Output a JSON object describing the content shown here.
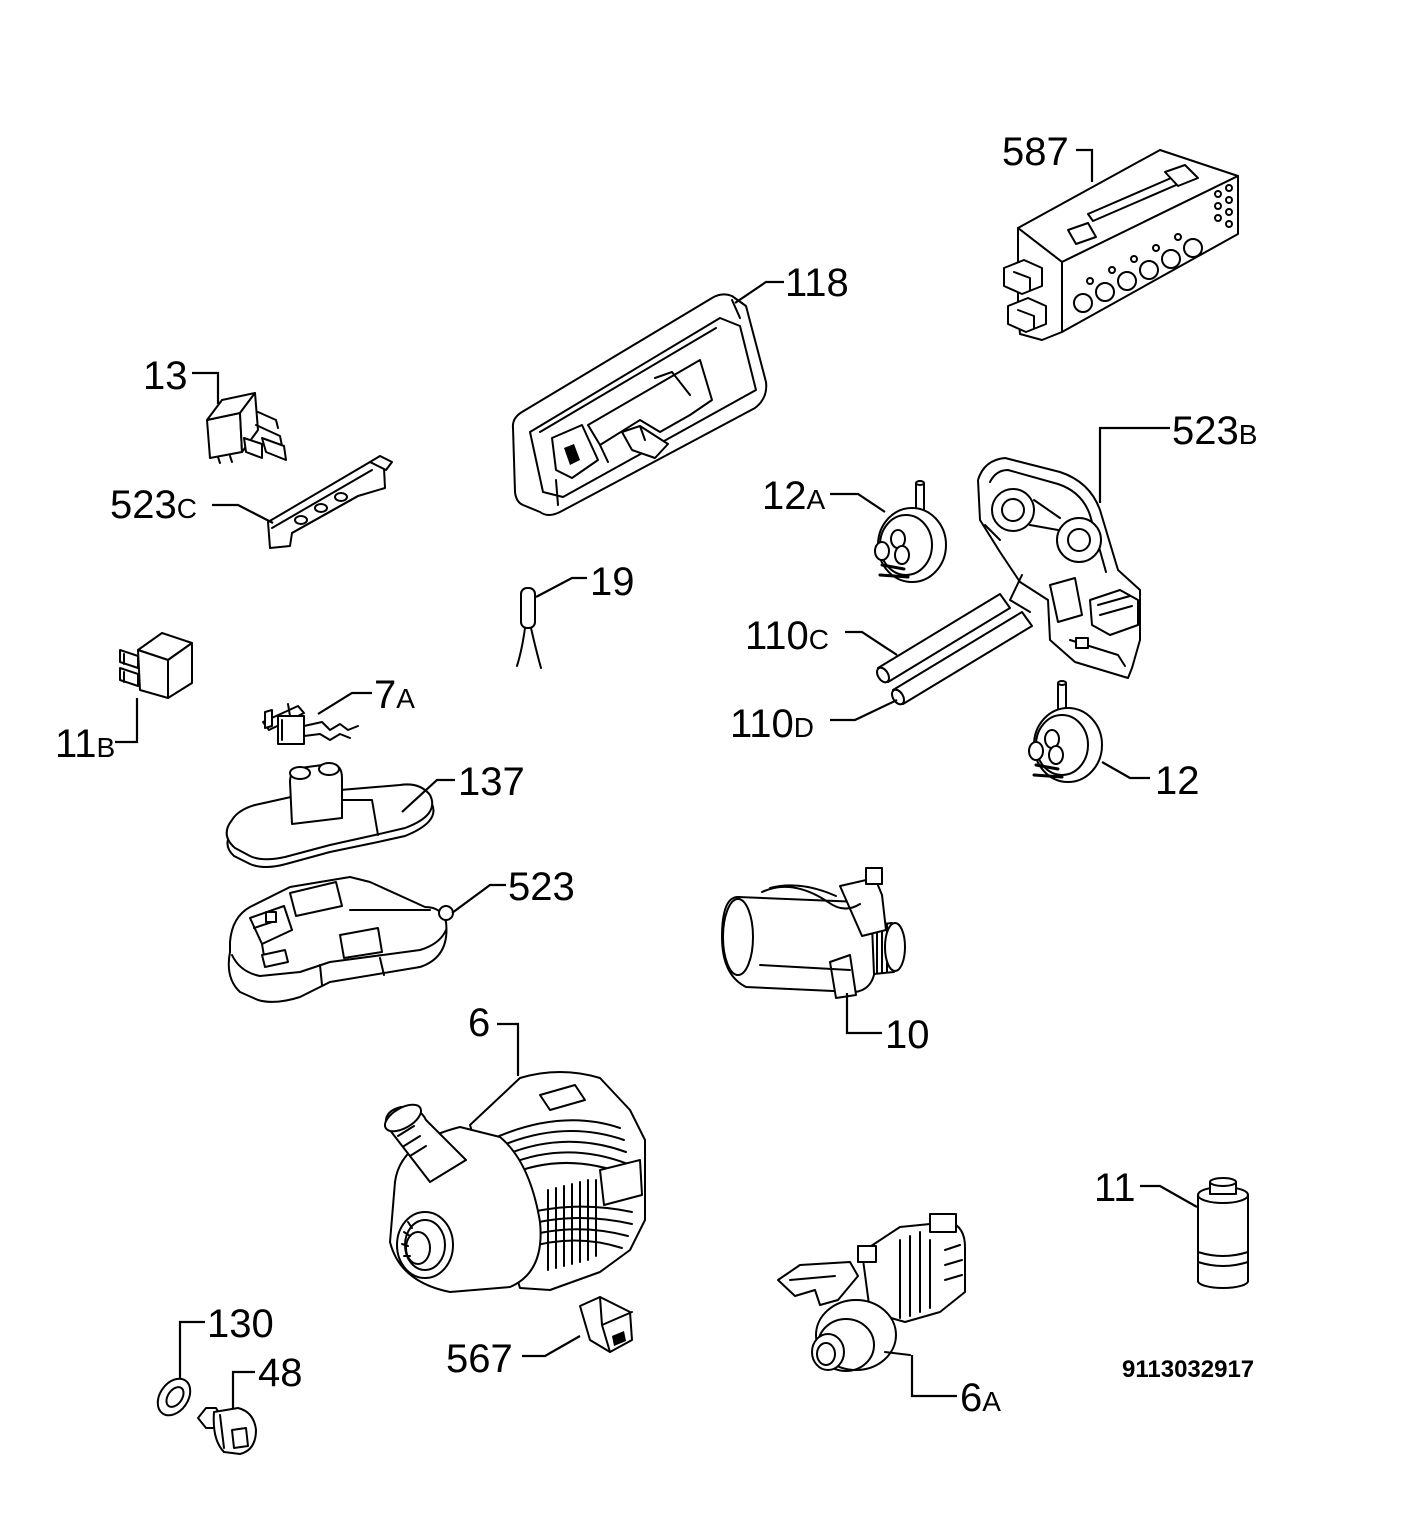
{
  "callouts": [
    {
      "num": "587"
    },
    {
      "num": "118"
    },
    {
      "num": "13"
    },
    {
      "num": "523",
      "suffix": "C"
    },
    {
      "num": "523",
      "suffix": "B"
    },
    {
      "num": "12",
      "suffix": "A"
    },
    {
      "num": "19"
    },
    {
      "num": "110",
      "suffix": "C"
    },
    {
      "num": "110",
      "suffix": "D"
    },
    {
      "num": "12"
    },
    {
      "num": "11",
      "suffix": "B"
    },
    {
      "num": "7",
      "suffix": "A"
    },
    {
      "num": "137"
    },
    {
      "num": "523"
    },
    {
      "num": "10"
    },
    {
      "num": "6"
    },
    {
      "num": "11"
    },
    {
      "num": "130"
    },
    {
      "num": "48"
    },
    {
      "num": "567"
    },
    {
      "num": "6",
      "suffix": "A"
    }
  ],
  "drawing_number": "9113032917"
}
